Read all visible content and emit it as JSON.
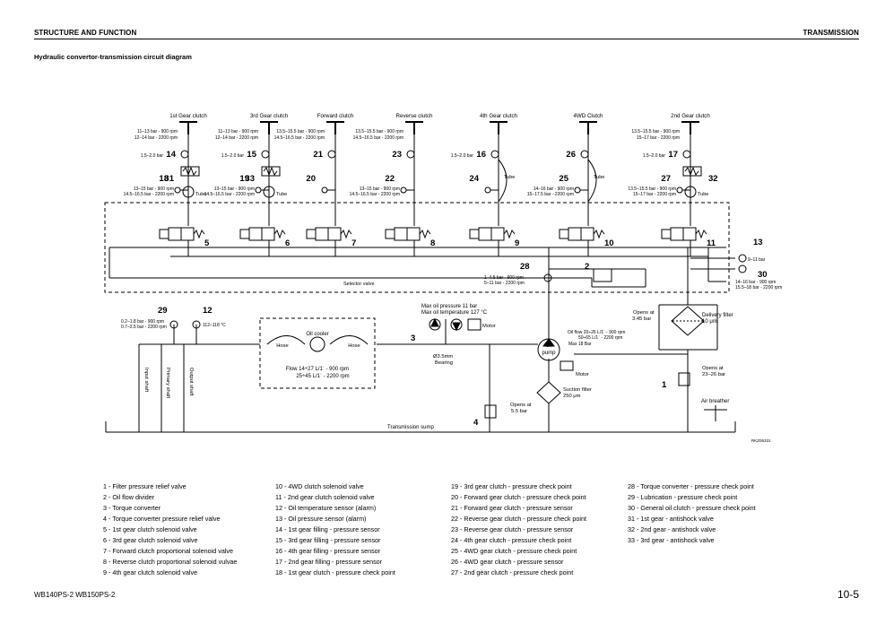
{
  "header": {
    "section": "STRUCTURE AND FUNCTION",
    "chapter": "TRANSMISSION"
  },
  "title": "Hydraulic convertor-transmission circuit diagram",
  "diagram": {
    "clutches": [
      {
        "label": "1st Gear clutch",
        "pressure_top": [
          "11–13 bar - 900 rpm",
          "12–14 bar - 2200 rpm"
        ],
        "sensor_num": "14",
        "sensor_p": "1.5–2.0 bar",
        "antishock": "31",
        "check_num": "18",
        "check_p": [
          "13–15 bar - 900 rpm",
          "14.5–16.5 bar - 2200 rpm"
        ],
        "valve": "5"
      },
      {
        "label": "3rd Gear clutch",
        "pressure_top": [
          "11–13 bar - 900 rpm",
          "12–14 bar - 2200 rpm"
        ],
        "sensor_num": "15",
        "sensor_p": "1.5–2.0 bar",
        "antishock": "33",
        "check_num": "19",
        "check_p": [
          "13–15 bar - 900 rpm",
          "14.5–16.5 bar - 2200 rpm"
        ],
        "valve": "6"
      },
      {
        "label": "Forward clutch",
        "pressure_top": [
          "13.5–15.5 bar - 900 rpm",
          "14.5–16.5 bar - 2200 rpm"
        ],
        "sensor_num": "21",
        "check_num": "20",
        "valve": "7"
      },
      {
        "label": "Reverse clutch",
        "pressure_top": [
          "13.5–15.5 bar - 900 rpm",
          "14.5–16.5 bar - 2200 rpm"
        ],
        "sensor_num": "23",
        "check_num": "22",
        "check_p": [
          "13–15 bar - 900 rpm",
          "14.5–16.5 bar - 2200 rpm"
        ],
        "valve": "8"
      },
      {
        "label": "4th Gear clutch",
        "sensor_num": "16",
        "sensor_p": "1.5–2.0 bar",
        "check_num": "24",
        "valve": "9"
      },
      {
        "label": "4WD Clutch",
        "sensor_num": "26",
        "check_num": "25",
        "check_p": [
          "14–16 bar - 900 rpm",
          "15–17.5 bar - 2200 rpm"
        ],
        "valve": "10"
      },
      {
        "label": "2nd Gear clutch",
        "pressure_top": [
          "13.5–15.5 bar - 900 rpm",
          "15–17 bar - 2200 rpm"
        ],
        "sensor_num": "17",
        "sensor_p": "1.5–2.0 bar",
        "antishock": "32",
        "check_num": "27",
        "check_p": [
          "13.5–15.5 bar - 900 rpm",
          "15–17 bar - 2200 rpm"
        ],
        "valve": "11"
      }
    ],
    "tube": "Tube",
    "selector_valve": "Selector valve",
    "n13": "13",
    "p13": "9–11 bar",
    "n30": "30",
    "p30": [
      "14–16 bar - 900 rpm",
      "15.5–18 bar - 2200 rpm"
    ],
    "n28": "28",
    "p28": [
      "1–4.5 bar - 900 rpm",
      "5–11 bar - 2200 rpm"
    ],
    "n2": "2",
    "n29": "29",
    "p29": [
      "0.2–1.8 bar - 900 rpm",
      "0.7–2.5 bar - 2200 rpm"
    ],
    "n12": "12",
    "p12": "112–118 °C",
    "oil_cooler": "Oil cooler",
    "hose": "Hose",
    "flow": [
      "Flow 14÷27 L/1ˈ - 900 rpm",
      "25÷45 L/1ˈ - 2200 rpm"
    ],
    "max_oil": [
      "Max oil pressure 11 bar",
      "Max oil temperature 127 °C"
    ],
    "n3": "3",
    "motor": "Motor",
    "bearing": [
      "Ø3.5mm",
      "Bearing"
    ],
    "oil_pump": [
      "Oil",
      "pump"
    ],
    "oil_flow": [
      "Oil flow 20÷26 L/1ˈ - 900 rpm",
      "50÷65 L/1ˈ - 2200 rpm"
    ],
    "max18": "Max 18 Bar",
    "opens_345": [
      "Opens at",
      "3.45 bar"
    ],
    "delivery_filter": [
      "Delivery filter",
      "10 μm"
    ],
    "opens_2326": [
      "Opens at",
      "23–26 bar"
    ],
    "n1": "1",
    "suction_filter": [
      "Suction filter",
      "250 μm"
    ],
    "air_breather": "Air breather",
    "n4": "4",
    "opens_55": [
      "Opens at",
      "5.5 bar"
    ],
    "sump": "Transmission sump",
    "shafts": [
      "Input shaft",
      "Primary shaft",
      "Output shaft"
    ],
    "ref": "RKZ06331"
  },
  "legend": [
    [
      "1 - Filter pressure relief valve",
      "2 - Oil flow divider",
      "3 - Torque converter",
      "4 - Torque converter pressure relief valve",
      "5 - 1st gear clutch solenoid valve",
      "6 - 3rd gear clutch solenoid valve",
      "7 - Forward clutch proportional solenoid valve",
      "8 - Reverse clutch proportional solenoid vulvae",
      "9 - 4th gear clutch solenoid valve"
    ],
    [
      "10 - 4WD clutch solenoid valve",
      "11 - 2nd gear clutch solenoid valve",
      "12 - Oil temperature sensor (alarm)",
      "13 - Oil pressure sensor (alarm)",
      "14 - 1st gear filling - pressure sensor",
      "15 - 3rd gear filling - pressure sensor",
      "16 - 4th gear filling - pressure sensor",
      "17 - 2nd gear filling - pressure sensor",
      "18 - 1st gear clutch - pressure check point"
    ],
    [
      "19 - 3rd gear clutch - pressure check point",
      "20 - Forward gear clutch - pressure check point",
      "21 - Forward gear clutch - pressure sensor",
      "22 - Reverse gear clutch - pressure check point",
      "23 - Reverse gear clutch - pressure sensor",
      "24 - 4th gear clutch - pressure check point",
      "25 - 4WD gear clutch - pressure check point",
      "26 - 4WD gear clutch - pressure sensor",
      "27 - 2nd gear clutch - pressure check point"
    ],
    [
      "28 - Torque converter - pressure check point",
      "29 - Lubrication - pressure check point",
      "30 - General oil clutch - pressure check point",
      "31 - 1st gear - antishock valve",
      "32 - 2nd gear - antishock valve",
      "33 - 3rd gear - antishock valve"
    ]
  ],
  "footer": {
    "model": "WB140PS-2 WB150PS-2",
    "page": "10-5"
  }
}
